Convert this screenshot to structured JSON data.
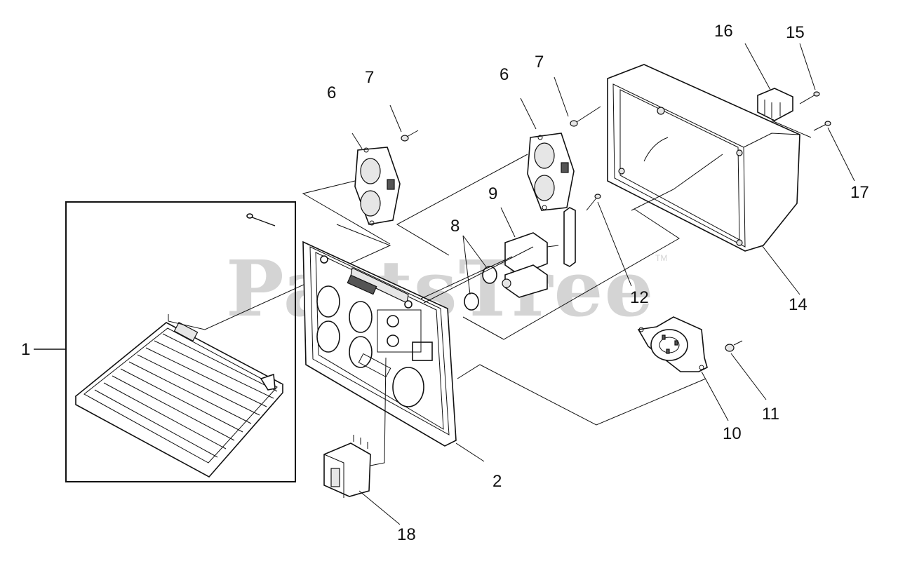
{
  "watermark": {
    "text": "PartsTree",
    "trademark": "TM"
  },
  "callouts": {
    "c1": "1",
    "c2": "2",
    "c6a": "6",
    "c6b": "6",
    "c7a": "7",
    "c7b": "7",
    "c8": "8",
    "c9": "9",
    "c10": "10",
    "c11": "11",
    "c12": "12",
    "c14": "14",
    "c15": "15",
    "c16": "16",
    "c17": "17",
    "c18": "18"
  }
}
